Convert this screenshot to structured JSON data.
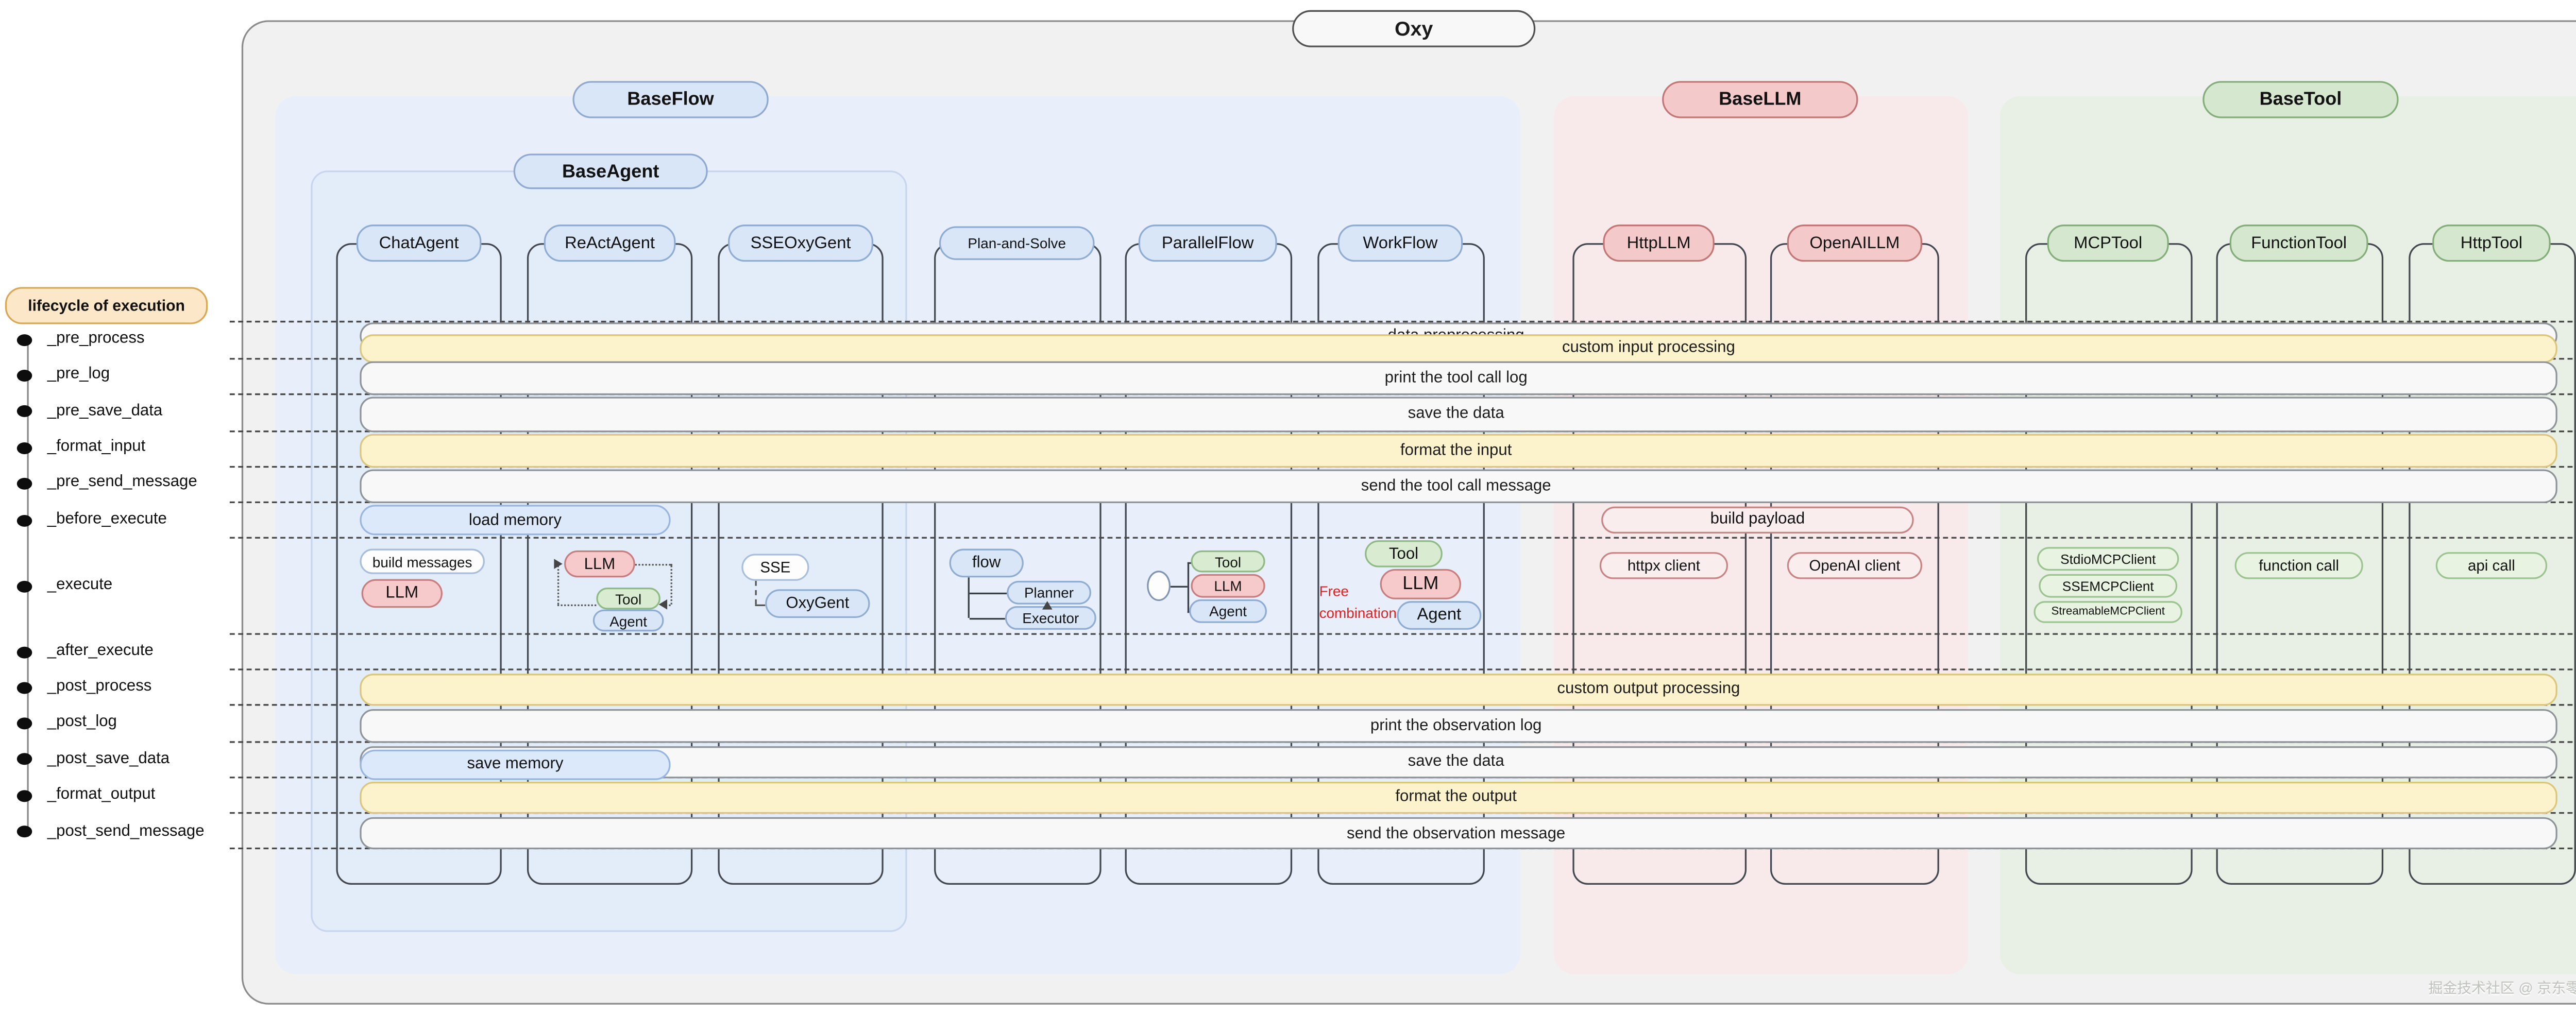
{
  "window": {
    "title": "Oxy",
    "watermark": "掘金技术社区 @ 京东零售技术"
  },
  "lifecycle": {
    "title": "lifecycle of execution",
    "stages": [
      "_pre_process",
      "_pre_log",
      "_pre_save_data",
      "_format_input",
      "_pre_send_message",
      "_before_execute",
      "_execute",
      "_after_execute",
      "_post_process",
      "_post_log",
      "_post_save_data",
      "_format_output",
      "_post_send_message"
    ]
  },
  "groups": {
    "baseflow": "BaseFlow",
    "baseagent": "BaseAgent",
    "basellm": "BaseLLM",
    "basetool": "BaseTool"
  },
  "columns": {
    "chatagent": "ChatAgent",
    "reactagent": "ReActAgent",
    "sseoxygent": "SSEOxyGent",
    "planandsolve": "Plan-and-Solve",
    "parallelflow": "ParallelFlow",
    "workflow": "WorkFlow",
    "httpllm": "HttpLLM",
    "openaillm": "OpenAILLM",
    "mcptool": "MCPTool",
    "functiontool": "FunctionTool",
    "httptool": "HttpTool"
  },
  "bands": {
    "data_preprocessing": "data preprocessing",
    "custom_input_processing": "custom input processing",
    "print_tool_call_log": "print the tool call log",
    "save_the_data_pre": "save the data",
    "format_the_input": "format the input",
    "send_tool_call_message": "send the tool call message",
    "custom_output_processing": "custom output processing",
    "print_observation_log": "print the observation log",
    "save_the_data_post": "save the data",
    "format_the_output": "format the output",
    "send_observation_message": "send the observation message"
  },
  "nodes": {
    "load_memory": "load memory",
    "save_memory": "save memory",
    "build_payload": "build payload",
    "build_messages": "build messages",
    "chat_llm": "LLM",
    "react_llm": "LLM",
    "react_tool": "Tool",
    "react_agent": "Agent",
    "sse": "SSE",
    "oxygent": "OxyGent",
    "flow": "flow",
    "planner": "Planner",
    "executor": "Executor",
    "par_tool": "Tool",
    "par_llm": "LLM",
    "par_agent": "Agent",
    "free_line1": "Free",
    "free_line2": "combination",
    "wf_tool": "Tool",
    "wf_llm": "LLM",
    "wf_agent": "Agent",
    "httpx_client": "httpx client",
    "openai_client": "OpenAI client",
    "stdio_mcp_client": "StdioMCPClient",
    "sse_mcp_client": "SSEMCPClient",
    "streamable_mcp_client": "StreamableMCPClient",
    "function_call": "function call",
    "api_call": "api call"
  },
  "colors": {
    "agent_blue_fill": "#d8e6f8",
    "agent_blue_border": "#8fadd3",
    "llm_pink_fill": "#f6caca",
    "llm_pink_border": "#c87e7e",
    "tool_green_fill": "#d9ecd2",
    "tool_green_border": "#8fba85",
    "flow_container": "#e9effa",
    "agent_container": "#e3ecf9",
    "llm_container": "#f8eaea",
    "tool_container": "#e8f0e5",
    "highlight_band": "#fcf2cb",
    "plain_band": "#f8f8f8",
    "lifecycle_fill": "#fce8c8",
    "lifecycle_border": "#d8a855",
    "free_text_red": "#e02020"
  }
}
